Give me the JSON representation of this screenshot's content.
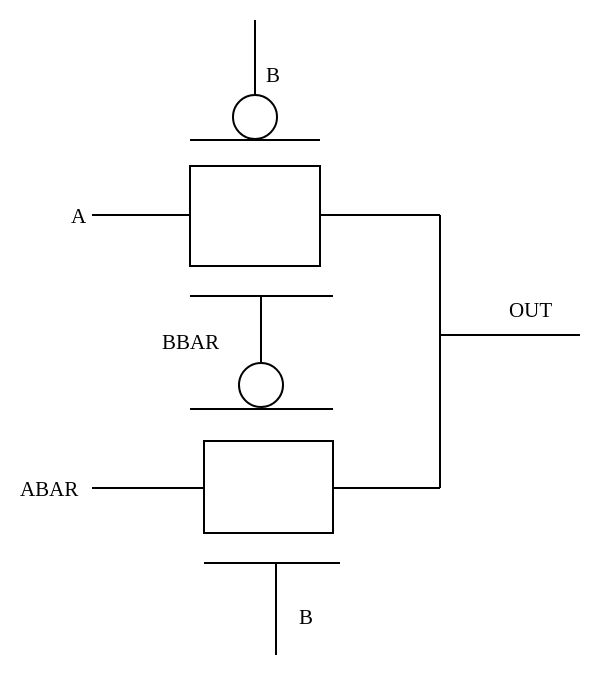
{
  "diagram": {
    "labels": {
      "input_a": "A",
      "input_abar": "ABAR",
      "control_b_top": "B",
      "control_bbar": "BBAR",
      "control_b_bottom": "B",
      "output": "OUT"
    },
    "colors": {
      "stroke": "#000000",
      "background": "#ffffff"
    }
  }
}
